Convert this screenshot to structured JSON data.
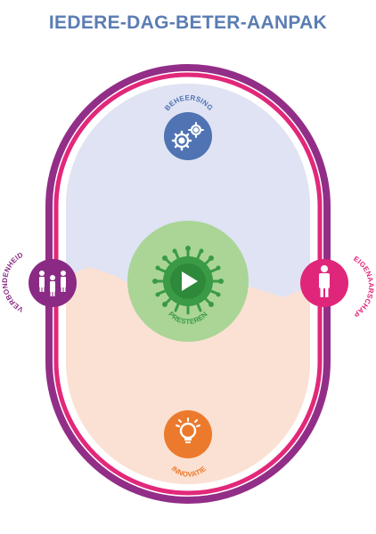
{
  "title": "IEDERE-DAG-BETER-AANPAK",
  "center": {
    "label": "PRESTEREN",
    "icon": "play-icon",
    "color": "#3a9a45",
    "halo": "#aad596"
  },
  "top": {
    "label": "BEHEERSING",
    "icon": "gears-icon",
    "color": "#4f73b3"
  },
  "bottom": {
    "label": "INNOVATIE",
    "icon": "lightbulb-icon",
    "color": "#ec7a2c"
  },
  "left": {
    "label": "VERBONDENHEID",
    "icon": "group-icon",
    "color": "#8a2a84"
  },
  "right": {
    "label": "EIGENAARSCHAP",
    "icon": "person-icon",
    "color": "#e0267a"
  },
  "colors": {
    "outer_ring": "#922e88",
    "inner_ring": "#e2287a",
    "top_fill": "#dfe3f3",
    "bottom_fill": "#fbe1d3",
    "title": "#5b7db3"
  }
}
